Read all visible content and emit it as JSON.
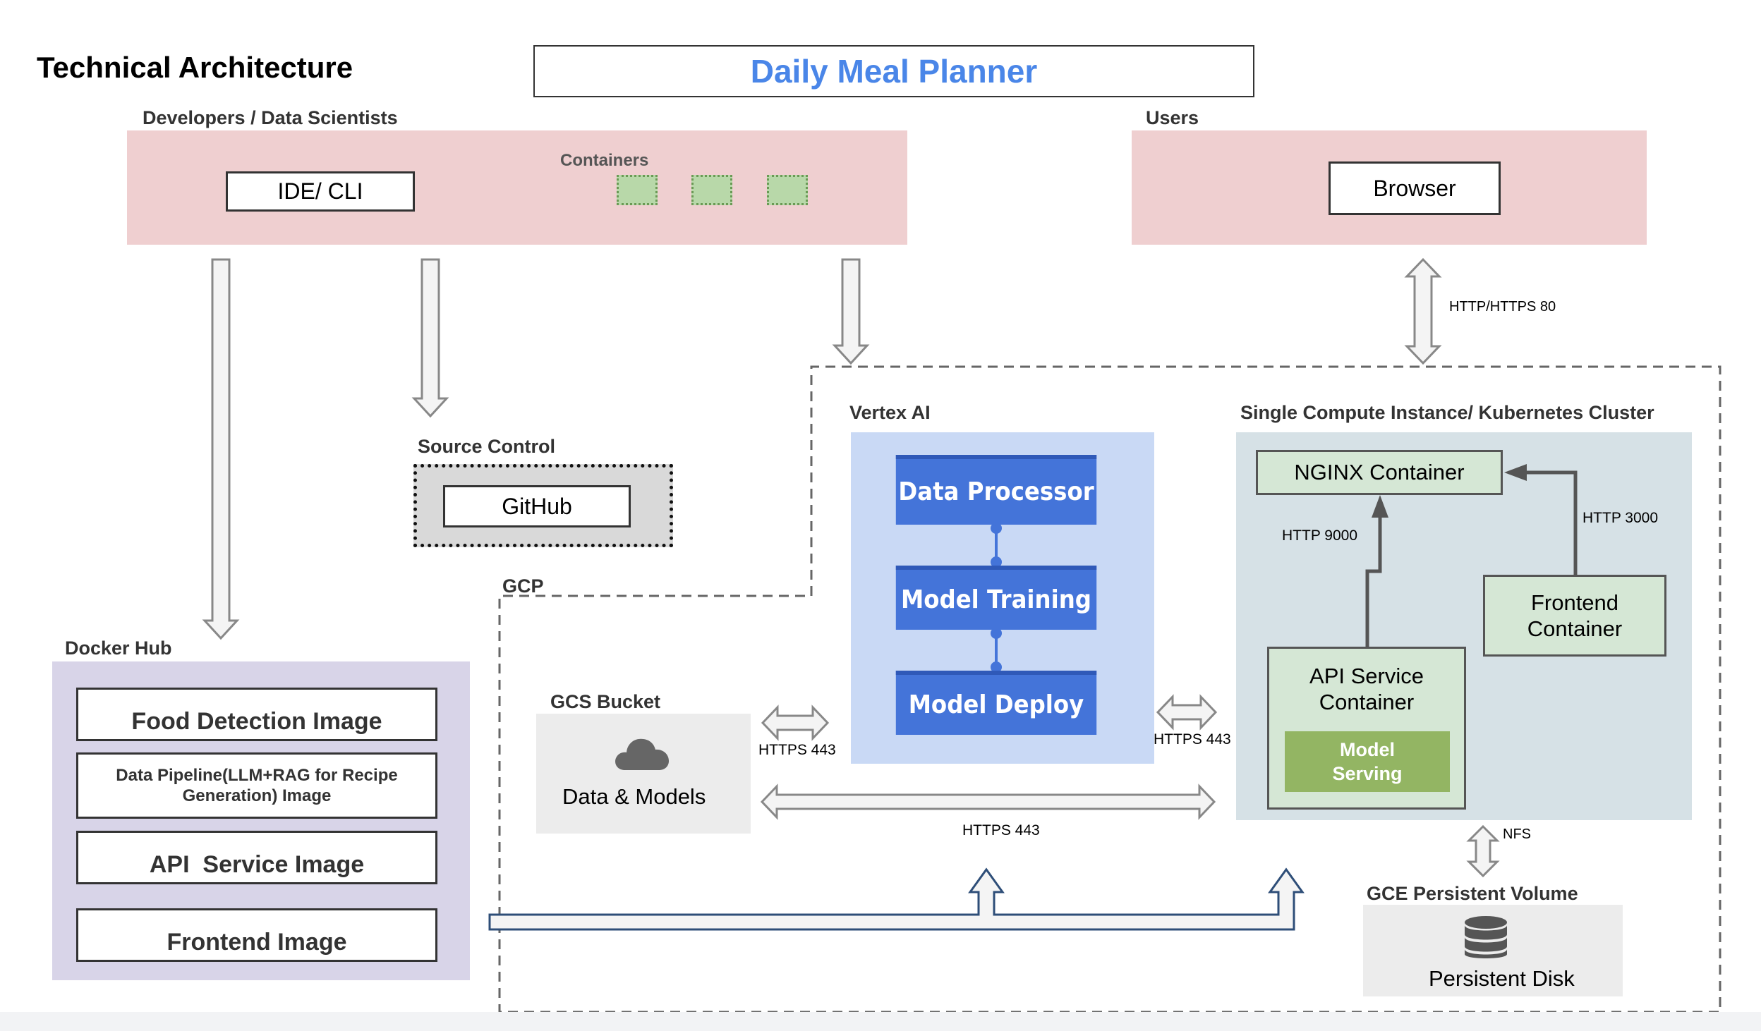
{
  "header": {
    "section_title": "Technical Architecture",
    "app_title": "Daily Meal Planner"
  },
  "developers": {
    "label": "Developers / Data Scientists",
    "ide": "IDE/ CLI",
    "containers_label": "Containers"
  },
  "users": {
    "label": "Users",
    "browser": "Browser",
    "link_label": "HTTP/HTTPS 80"
  },
  "source_control": {
    "label": "Source Control",
    "github": "GitHub"
  },
  "gcp": {
    "label": "GCP"
  },
  "docker_hub": {
    "label": "Docker Hub",
    "images": [
      "Food Detection Image",
      "Data Pipeline(LLM+RAG for Recipe Generation) Image",
      "API  Service Image",
      "Frontend Image"
    ]
  },
  "vertex_ai": {
    "label": "Vertex AI",
    "steps": [
      "Data Processor",
      "Model Training",
      "Model Deploy"
    ]
  },
  "gcs": {
    "label": "GCS Bucket",
    "content": "Data & Models",
    "link_label": "HTTPS 443"
  },
  "cluster": {
    "label": "Single Compute Instance/ Kubernetes Cluster",
    "nginx": "NGINX Container",
    "frontend": "Frontend Container",
    "api": "API Service Container",
    "model_serving": "Model Serving",
    "http_9000": "HTTP 9000",
    "http_3000": "HTTP 3000",
    "vertex_link_label": "HTTPS 443"
  },
  "bottom_link_label": "HTTPS 443",
  "persistent": {
    "label": "GCE Persistent Volume",
    "disk": "Persistent Disk",
    "nfs": "NFS"
  },
  "colors": {
    "pink": "#efcfd0",
    "lavender": "#d8d4e8",
    "vertex_bg": "#c9d9f5",
    "blue": "#4474d9",
    "cluster_bg": "#d6e1e6",
    "container_green": "#d5e7d5",
    "model_green": "#93b563",
    "title_blue": "#4a86e8"
  }
}
